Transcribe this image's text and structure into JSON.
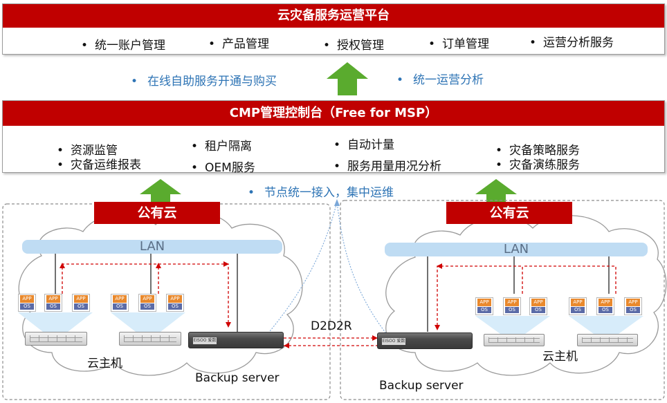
{
  "top_panel": {
    "title": "云灾备服务运营平台",
    "items": [
      "统一账户管理",
      "产品管理",
      "授权管理",
      "订单管理",
      "运营分析服务"
    ]
  },
  "middle_links": {
    "left": "在线自助服务开通与购买",
    "right": "统一运营分析"
  },
  "cmp_panel": {
    "title": "CMP管理控制台（Free for MSP）",
    "col1": [
      "资源监管",
      "灾备运维报表"
    ],
    "col2": [
      "租户隔离",
      "OEM服务"
    ],
    "col3": [
      "自动计量",
      "服务用量用况分析"
    ],
    "col4": [
      "灾备策略服务",
      "灾备演练服务"
    ]
  },
  "bottom_link": "节点统一接入，集中运维",
  "left_cloud": {
    "tag": "公有云",
    "lan": "LAN",
    "host_label": "云主机",
    "backup_label": "Backup server"
  },
  "right_cloud": {
    "tag": "公有云",
    "lan": "LAN",
    "host_label": "云主机",
    "backup_label": "Backup server"
  },
  "vm": {
    "app": "APP",
    "os": "OS"
  },
  "backup_logo": "EISOO 爱数",
  "replication_label": "D2D2R",
  "colors": {
    "brand_red": "#c00000",
    "link_blue": "#2e74b5",
    "arrow_green": "#5aab2e",
    "lan_blue": "#bfdcf3"
  }
}
